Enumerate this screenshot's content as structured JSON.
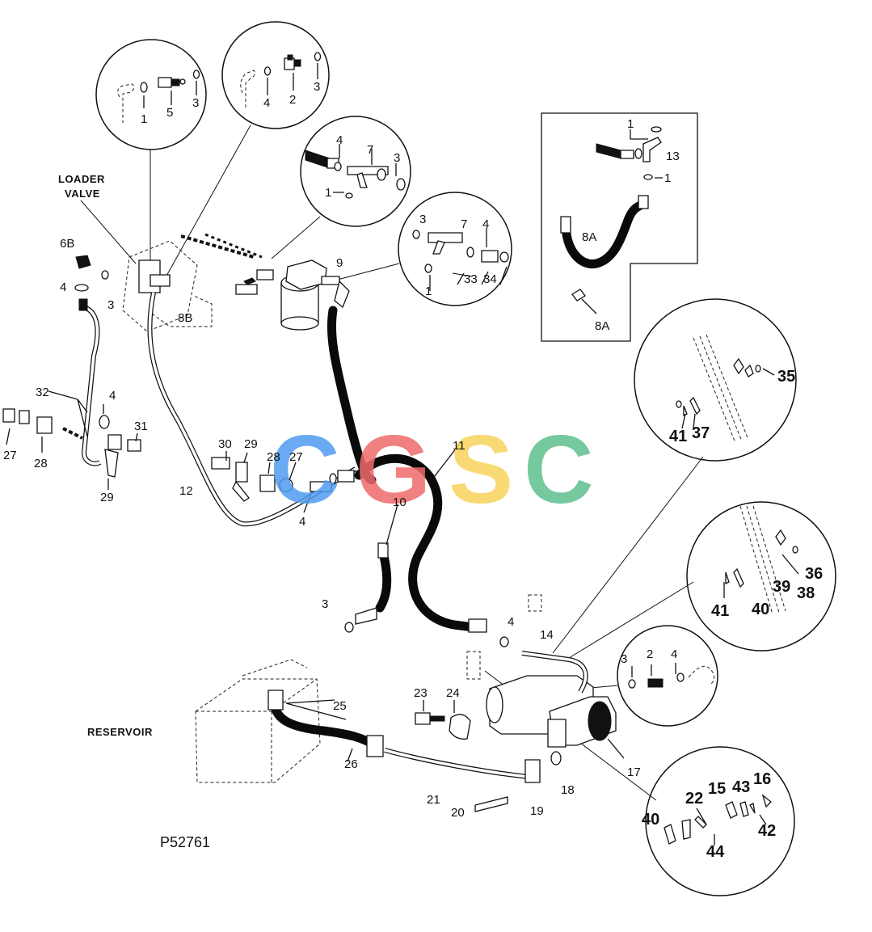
{
  "labels": {
    "loader_valve_l1": "LOADER",
    "loader_valve_l2": "VALVE",
    "reservoir": "RESERVOIR",
    "drawing_no": "P52761",
    "p1": "1",
    "p2": "2",
    "p3": "3",
    "p4": "4",
    "p5": "5",
    "p6b": "6B",
    "p7": "7",
    "p8a": "8A",
    "p8b": "8B",
    "p9": "9",
    "p10": "10",
    "p11": "11",
    "p12": "12",
    "p13": "13",
    "p14": "14",
    "p15": "15",
    "p16": "16",
    "p17": "17",
    "p18": "18",
    "p19": "19",
    "p20": "20",
    "p21": "21",
    "p22": "22",
    "p23": "23",
    "p24": "24",
    "p25": "25",
    "p26": "26",
    "p27": "27",
    "p28": "28",
    "p29": "29",
    "p30": "30",
    "p31": "31",
    "p32": "32",
    "p33": "33",
    "p34": "34",
    "p35": "35",
    "p36": "36",
    "p37": "37",
    "p38": "38",
    "p39": "39",
    "p40": "40",
    "p41": "41",
    "p42": "42",
    "p43": "43",
    "p44": "44"
  },
  "watermark": {
    "letters": [
      "C",
      "G",
      "S",
      "C"
    ],
    "colors": [
      "#4f9cf0",
      "#ef6b6b",
      "#f7d35c",
      "#5fbf8f"
    ]
  },
  "colors": {
    "ink": "#111111",
    "paper": "#ffffff"
  }
}
